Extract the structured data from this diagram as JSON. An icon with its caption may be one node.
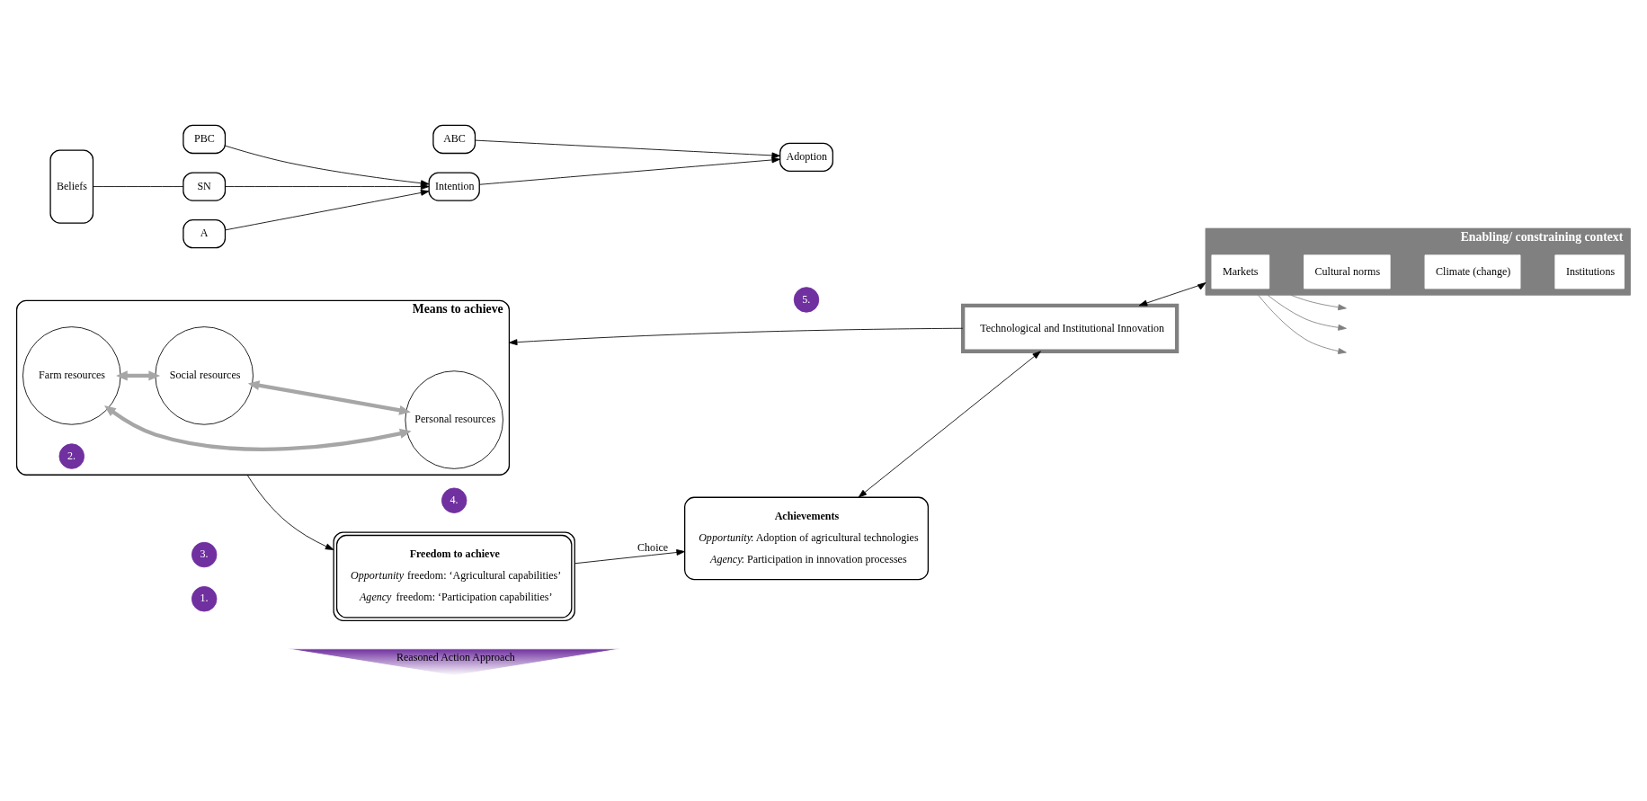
{
  "diagram": {
    "nodes": [
      {
        "text": [
          "Means to achieve"
        ]
      },
      {
        "text": [
          "Farm resources"
        ],
        "in": 0
      },
      {
        "text": [
          "Personal resources"
        ],
        "in": 0
      },
      {
        "text": [
          "Social resources"
        ],
        "in": 0
      },
      {
        "text": [
          "2."
        ],
        "in": 0
      },
      {
        "text": [
          "Beliefs"
        ]
      },
      {
        "text": [
          "A"
        ]
      },
      {
        "text": [
          "SN"
        ]
      },
      {
        "text": [
          "PBC"
        ]
      },
      {
        "text": [
          "Intention"
        ]
      },
      {
        "text": [
          "ABC"
        ]
      },
      {
        "text": [
          "Adoption"
        ]
      },
      {
        "text": [
          "Reasoned Action Approach"
        ]
      },
      {
        "text": [
          "1."
        ]
      },
      {
        "text": [
          "Freedom to achieve",
          "*Opportunity* freedom: ‘Agricultural capabilities’",
          "*Agency* freedom: ‘Participation capabilities’"
        ]
      },
      {
        "text": [
          "3."
        ]
      },
      {
        "text": [
          "Achievements",
          "*Opportunity*: Adoption of agricultural technologies",
          "*Agency*: Participation in innovation processes"
        ]
      },
      {
        "text": [
          "4."
        ]
      },
      {
        "text": [
          "5."
        ]
      },
      {
        "text": [
          "Technological and Institutional Innovation"
        ]
      },
      {
        "text": [
          "Enabling/ constraining context"
        ]
      },
      {
        "text": [
          "Markets"
        ],
        "in": 20
      },
      {
        "text": [
          "Cultural norms"
        ],
        "in": 20
      },
      {
        "text": [
          "Climate (change)"
        ],
        "in": 20
      },
      {
        "text": [
          "Institutions"
        ],
        "in": 20
      }
    ],
    "edges": [
      {
        "from": 1,
        "to": 2,
        "arrow": "both",
        "style": "thick",
        "color": "#a6a6a6"
      },
      {
        "from": 1,
        "to": 3,
        "arrow": "both",
        "style": "thick",
        "color": "#a6a6a6"
      },
      {
        "from": 3,
        "to": 2,
        "arrow": "both",
        "style": "thick",
        "color": "#a6a6a6"
      },
      {
        "from": 0,
        "to": 14,
        "arrow": "to"
      },
      {
        "from": 14,
        "to": 16,
        "arrow": "to",
        "label": "Choice"
      },
      {
        "from": 16,
        "to": 19,
        "arrow": "both"
      },
      {
        "from": 19,
        "to": 0,
        "arrow": "to"
      },
      {
        "from": 19,
        "to": 20,
        "arrow": "both"
      },
      {
        "from": 20,
        "to": null,
        "arrow": "to",
        "color": "#808080"
      },
      {
        "from": 20,
        "to": null,
        "arrow": "to",
        "color": "#808080"
      },
      {
        "from": 20,
        "to": null,
        "arrow": "to",
        "color": "#808080"
      },
      {
        "from": 5,
        "to": 7,
        "arrow": "none"
      },
      {
        "from": 6,
        "to": 9,
        "arrow": "to"
      },
      {
        "from": 7,
        "to": 9,
        "arrow": "to"
      },
      {
        "from": 8,
        "to": 9,
        "arrow": "to"
      },
      {
        "from": 9,
        "to": 11,
        "arrow": "to"
      },
      {
        "from": 10,
        "to": 11,
        "arrow": "to"
      }
    ]
  }
}
